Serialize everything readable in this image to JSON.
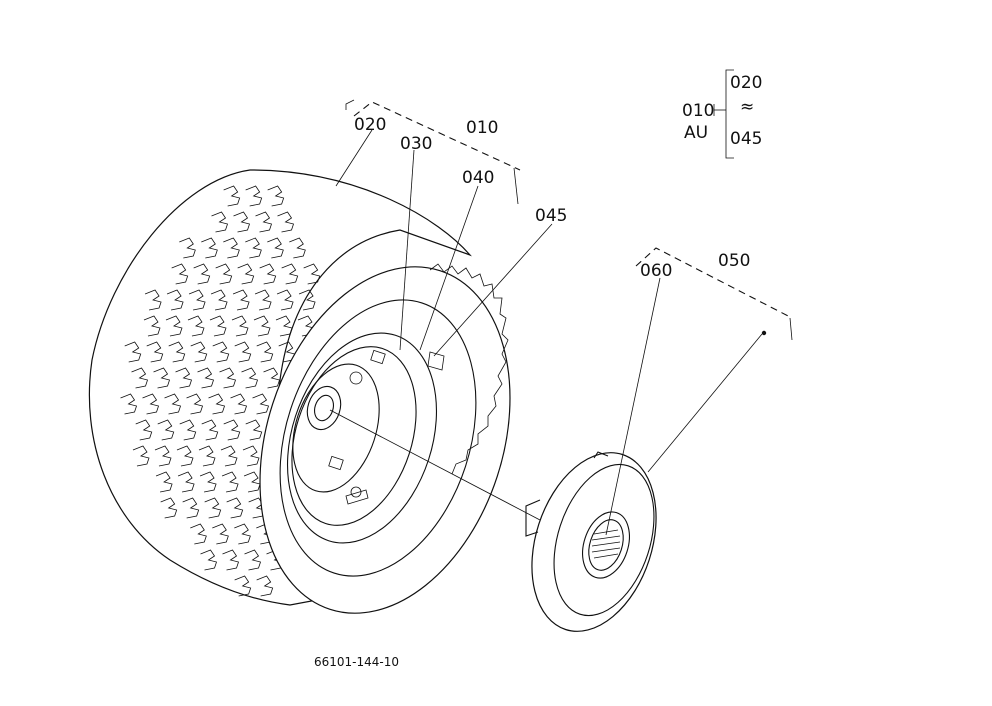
{
  "callouts": {
    "assembly_wheel": "010",
    "tire": "020",
    "rim": "030",
    "valve": "040",
    "valve_cap": "045",
    "hub_cap_assy": "050",
    "hub_cap_plug": "060"
  },
  "legend": {
    "assembly": "010",
    "region": "AU",
    "range_start": "020",
    "range_sep": "≈",
    "range_end": "045"
  },
  "drawing_number": "66101-144-10"
}
